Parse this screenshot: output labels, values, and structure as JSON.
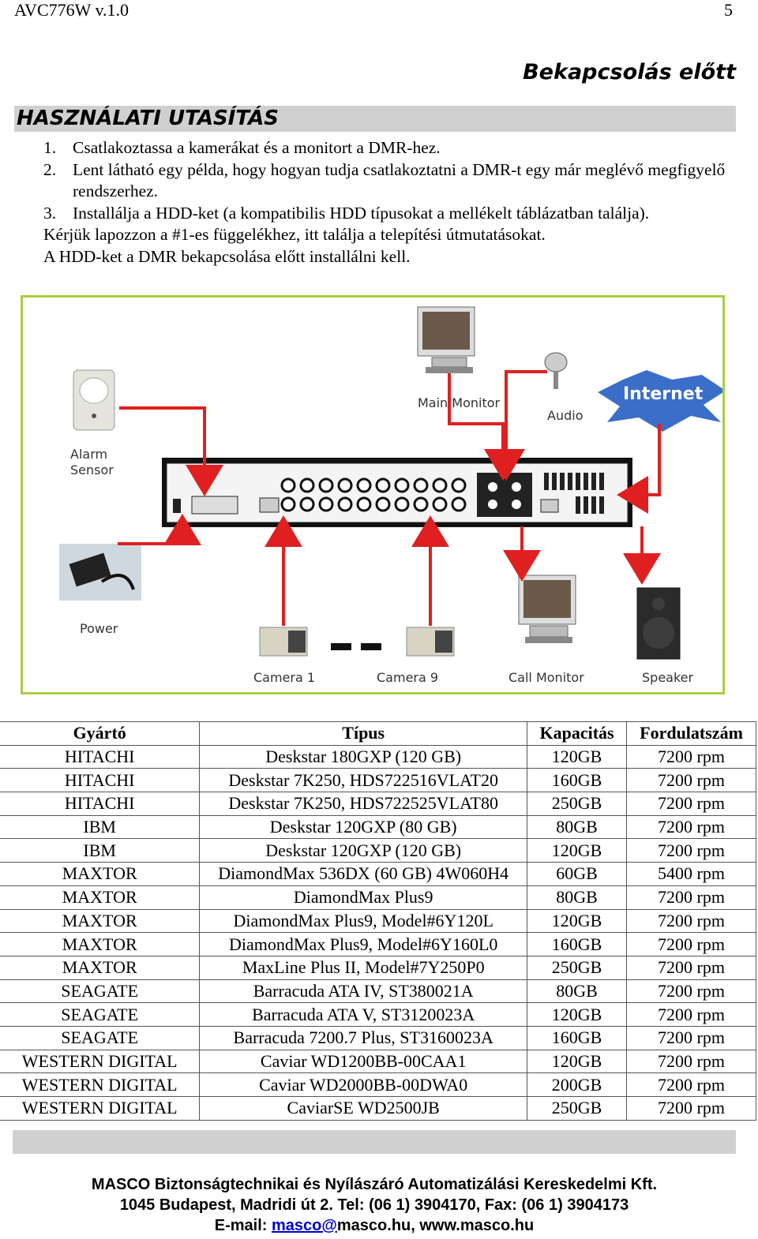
{
  "header": {
    "doc_id": "AVC776W v.1.0",
    "page_number": "5"
  },
  "section_title": "Bekapcsolás előtt",
  "heading": "HASZNÁLATI UTASÍTÁS",
  "instructions": [
    {
      "num": "1.",
      "text": "Csatlakoztassa a kamerákat és a monitort a DMR-hez."
    },
    {
      "num": "2.",
      "text": "Lent látható egy példa, hogy hogyan tudja csatlakoztatni a DMR-t egy már meglévő megfigyelő rendszerhez."
    },
    {
      "num": "3.",
      "text": "Installálja a HDD-ket (a kompatibilis HDD típusokat a mellékelt táblázatban találja)."
    }
  ],
  "notes": [
    "Kérjük lapozzon a #1-es függelékhez, itt találja a telepítési útmutatásokat.",
    "A HDD-ket a DMR bekapcsolása előtt installálni kell."
  ],
  "diagram": {
    "labels": {
      "main_monitor": "Main Monitor",
      "audio": "Audio",
      "internet": "Internet",
      "alarm_sensor_1": "Alarm",
      "alarm_sensor_2": "Sensor",
      "power": "Power",
      "camera1": "Camera 1",
      "camera9": "Camera 9",
      "call_monitor": "Call Monitor",
      "speaker": "Speaker"
    },
    "colors": {
      "border": "#a8d040",
      "arrow": "#e02020",
      "internet_badge": "#3a6ec8"
    }
  },
  "table": {
    "headers": [
      "Gyártó",
      "Típus",
      "Kapacitás",
      "Fordulatszám"
    ],
    "rows": [
      [
        "HITACHI",
        "Deskstar 180GXP (120 GB)",
        "120GB",
        "7200 rpm"
      ],
      [
        "HITACHI",
        "Deskstar 7K250, HDS722516VLAT20",
        "160GB",
        "7200 rpm"
      ],
      [
        "HITACHI",
        "Deskstar 7K250, HDS722525VLAT80",
        "250GB",
        "7200 rpm"
      ],
      [
        "IBM",
        "Deskstar 120GXP (80 GB)",
        "80GB",
        "7200 rpm"
      ],
      [
        "IBM",
        "Deskstar 120GXP (120 GB)",
        "120GB",
        "7200 rpm"
      ],
      [
        "MAXTOR",
        "DiamondMax 536DX (60 GB) 4W060H4",
        "60GB",
        "5400 rpm"
      ],
      [
        "MAXTOR",
        "DiamondMax Plus9",
        "80GB",
        "7200 rpm"
      ],
      [
        "MAXTOR",
        "DiamondMax Plus9, Model#6Y120L",
        "120GB",
        "7200 rpm"
      ],
      [
        "MAXTOR",
        "DiamondMax Plus9, Model#6Y160L0",
        "160GB",
        "7200 rpm"
      ],
      [
        "MAXTOR",
        "MaxLine Plus II, Model#7Y250P0",
        "250GB",
        "7200 rpm"
      ],
      [
        "SEAGATE",
        "Barracuda ATA IV, ST380021A",
        "80GB",
        "7200 rpm"
      ],
      [
        "SEAGATE",
        "Barracuda ATA V, ST3120023A",
        "120GB",
        "7200 rpm"
      ],
      [
        "SEAGATE",
        "Barracuda 7200.7 Plus, ST3160023A",
        "160GB",
        "7200 rpm"
      ],
      [
        "WESTERN DIGITAL",
        "Caviar WD1200BB-00CAA1",
        "120GB",
        "7200 rpm"
      ],
      [
        "WESTERN DIGITAL",
        "Caviar WD2000BB-00DWA0",
        "200GB",
        "7200 rpm"
      ],
      [
        "WESTERN DIGITAL",
        "CaviarSE WD2500JB",
        "250GB",
        "7200 rpm"
      ]
    ]
  },
  "footer": {
    "line1": "MASCO Biztonságtechnikai és Nyílászáró Automatizálási Kereskedelmi Kft.",
    "line2": "1045 Budapest, Madridi út 2.  Tel: (06 1) 3904170, Fax: (06 1) 3904173",
    "email_prefix": "E-mail: ",
    "email_link": "masco@",
    "email_rest": "masco.hu, www.masco.hu"
  }
}
